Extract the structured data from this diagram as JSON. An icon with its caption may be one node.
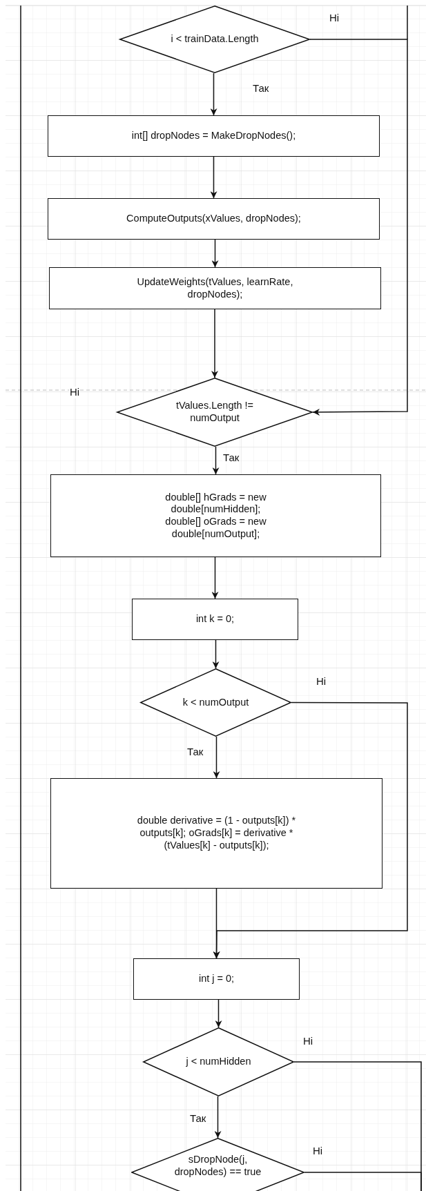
{
  "diagram": {
    "nodes": [
      {
        "text": [
          "i < trainData.Length"
        ]
      },
      {
        "text": [
          "int[] dropNodes = MakeDropNodes();"
        ]
      },
      {
        "text": [
          "ComputeOutputs(xValues, dropNodes);"
        ]
      },
      {
        "text": [
          "UpdateWeights(tValues, learnRate, dropNodes);"
        ]
      },
      {
        "text": [
          "tValues.Length != numOutput"
        ]
      },
      {
        "text": [
          "double[] hGrads = new double[numHidden]; double[] oGrads = new double[numOutput];"
        ]
      },
      {
        "text": [
          "int k = 0;"
        ]
      },
      {
        "text": [
          "k < numOutput"
        ]
      },
      {
        "text": [
          "double derivative = (1 - outputs[k]) * outputs[k]; oGrads[k] = derivative * (tValues[k] - outputs[k]);"
        ]
      },
      {
        "text": [
          "int j = 0;"
        ]
      },
      {
        "text": [
          "j < numHidden"
        ]
      },
      {
        "text": [
          "sDropNode(j, dropNodes) == true"
        ]
      }
    ],
    "edges": [
      {
        "from": 0,
        "to": 1,
        "arrow": "to",
        "label": "Так"
      },
      {
        "from": 1,
        "to": 2,
        "arrow": "to"
      },
      {
        "from": 2,
        "to": 3,
        "arrow": "to"
      },
      {
        "from": 3,
        "to": 4,
        "arrow": "to"
      },
      {
        "from": 0,
        "to": 4,
        "arrow": "to",
        "label": "Hi"
      },
      {
        "from": 4,
        "to": 5,
        "arrow": "to",
        "label": "Так"
      },
      {
        "from": 5,
        "to": 6,
        "arrow": "to"
      },
      {
        "from": 6,
        "to": 7,
        "arrow": "to"
      },
      {
        "from": 7,
        "to": 8,
        "arrow": "to",
        "label": "Так"
      },
      {
        "from": 7,
        "to": 9,
        "arrow": "to",
        "label": "Hi"
      },
      {
        "from": 8,
        "to": 9,
        "arrow": "to"
      },
      {
        "from": 9,
        "to": 10,
        "arrow": "to"
      },
      {
        "from": 10,
        "to": 11,
        "arrow": "to",
        "label": "Так"
      },
      {
        "from": 10,
        "to": null,
        "arrow": "none",
        "label": "Hi"
      },
      {
        "from": 11,
        "to": null,
        "arrow": "none",
        "label": "Hi"
      }
    ],
    "labels": [
      "Hi"
    ]
  }
}
